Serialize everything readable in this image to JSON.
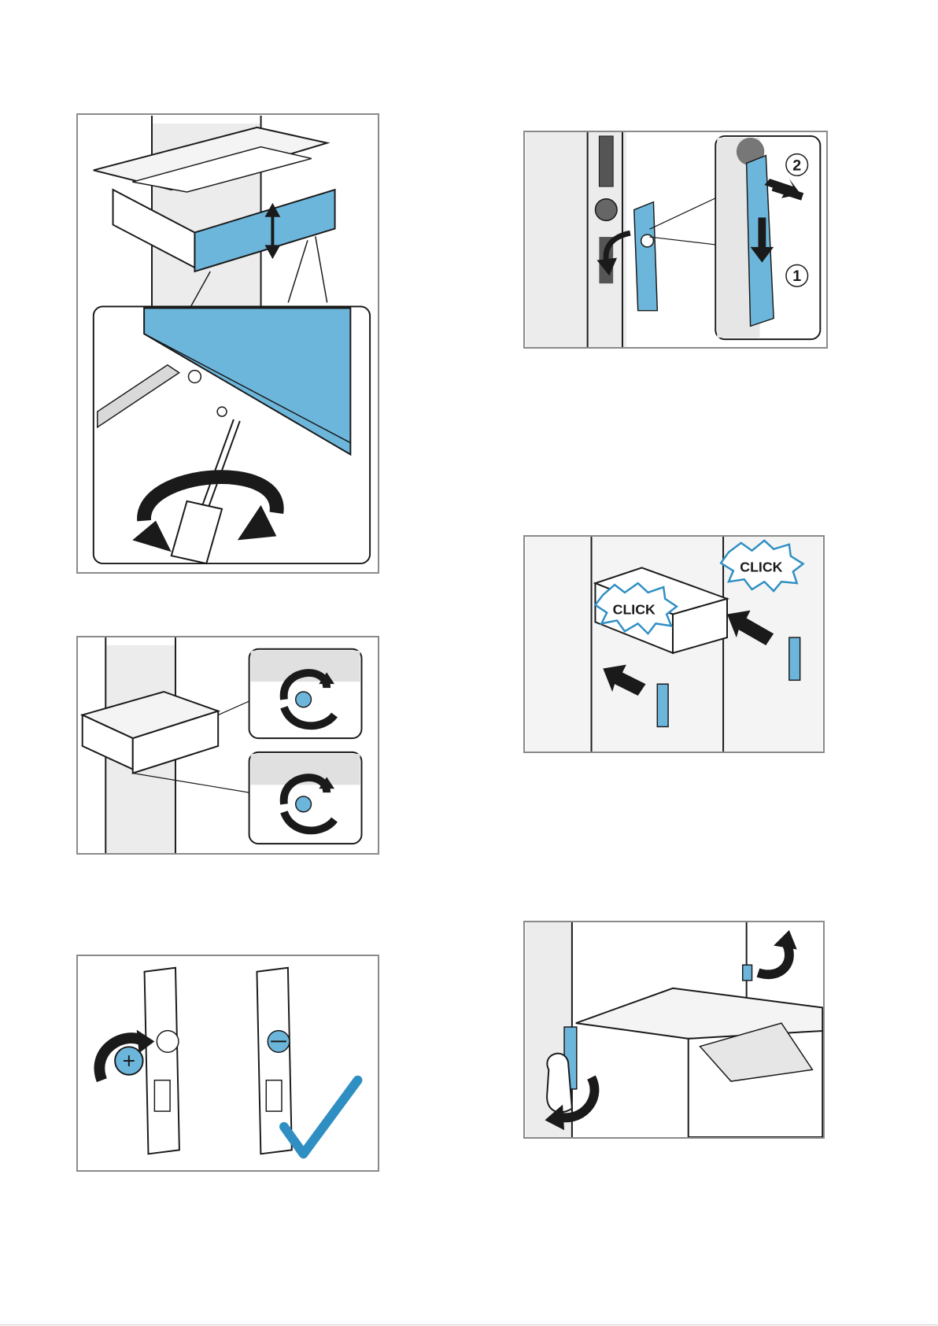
{
  "colors": {
    "accent_blue": "#6db6db",
    "accent_blue_dark": "#2f8fc3",
    "line": "#1a1a1a",
    "panel_border": "#8a8a8a",
    "shade": "#e6e6e6"
  },
  "figures": {
    "fig_lr": {
      "step_one": "1",
      "step_two": "2"
    },
    "fig_click": {
      "click_left": "CLICK",
      "click_right": "CLICK"
    }
  }
}
